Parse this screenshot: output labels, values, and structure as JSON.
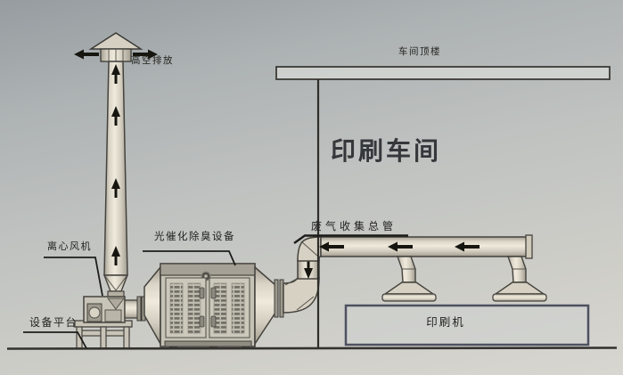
{
  "labels": {
    "stack_emission": "高空排放",
    "roof": "车间顶楼",
    "workshop": "印刷车间",
    "collection_duct": "废气收集总管",
    "equipment": "光催化除臭设备",
    "fan": "离心风机",
    "platform": "设备平台",
    "printer": "印刷机"
  },
  "flow": {
    "main_duct_arrows": "left",
    "stack_arrows": "up",
    "drop_duct_arrow": "down"
  },
  "colors": {
    "background_top": "#969ca0",
    "background_bottom": "#d8d6d0",
    "pipe_highlight": "#efeadc",
    "pipe_shadow": "#a49f92",
    "outline": "#3b3a36",
    "arrow": "#16150f",
    "printer_border": "#4d5160"
  }
}
